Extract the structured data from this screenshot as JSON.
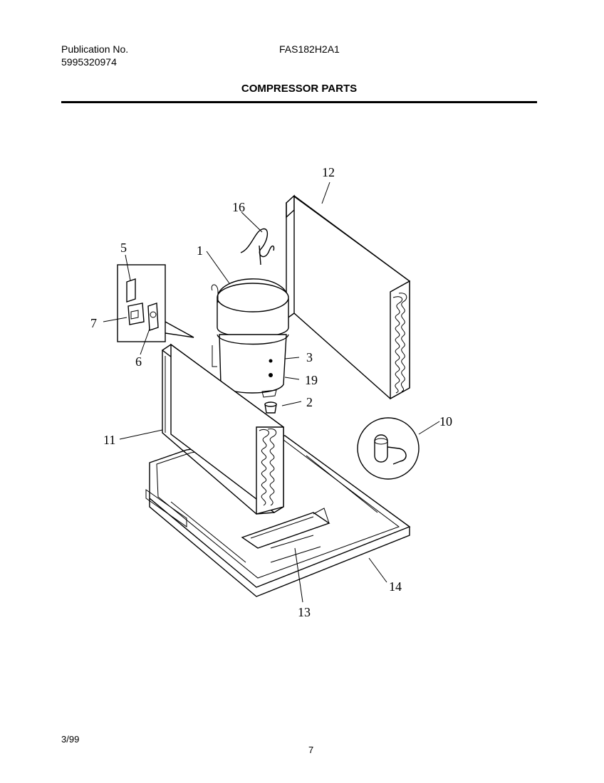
{
  "header": {
    "publication_label": "Publication No.",
    "publication_number": "5995320974",
    "model": "FAS182H2A1",
    "title": "COMPRESSOR PARTS"
  },
  "footer": {
    "date": "3/99",
    "page": "7"
  },
  "callouts": {
    "c1": "1",
    "c2": "2",
    "c3": "3",
    "c5": "5",
    "c6": "6",
    "c7": "7",
    "c10": "10",
    "c11": "11",
    "c12": "12",
    "c13": "13",
    "c14": "14",
    "c16": "16",
    "c19": "19"
  }
}
